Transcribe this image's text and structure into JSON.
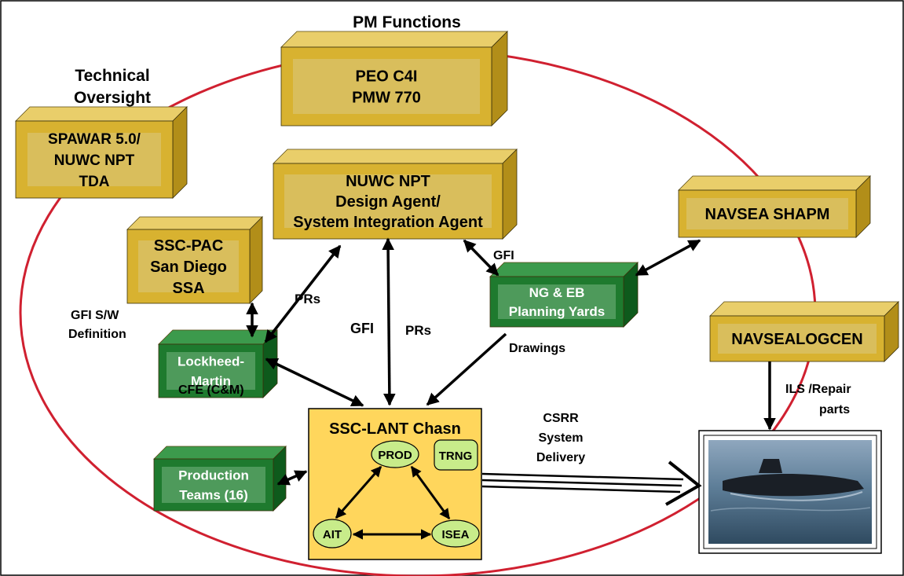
{
  "headings": {
    "pm_functions": "PM Functions",
    "technical_oversight": [
      "Technical",
      "Oversight"
    ]
  },
  "nodes": {
    "peo": [
      "PEO C4I",
      "PMW 770"
    ],
    "spawar": [
      "SPAWAR 5.0/",
      "NUWC NPT",
      "TDA"
    ],
    "nuwc": [
      "NUWC NPT",
      "Design Agent/",
      "System Integration Agent"
    ],
    "navsea_shapm": [
      "NAVSEA SHAPM"
    ],
    "ssc_pac": [
      "SSC-PAC",
      "San Diego",
      "SSA"
    ],
    "ng_eb": [
      "NG & EB",
      "Planning  Yards"
    ],
    "navsealogcen": [
      "NAVSEALOGCEN"
    ],
    "lockheed": [
      "Lockheed-",
      "Martin"
    ],
    "production": [
      "Production",
      "Teams  (16)"
    ],
    "ssc_lant": {
      "title": "SSC-LANT Chasn",
      "prod": "PROD",
      "trng": "TRNG",
      "ait": "AIT",
      "isea": "ISEA"
    }
  },
  "labels": {
    "gfi_sw": [
      "GFI  S/W",
      "Definition"
    ],
    "prs_left": "PRs",
    "gfi_center": "GFI",
    "prs_center": "PRs",
    "gfi_right": "GFI",
    "drawings": "Drawings",
    "cfe": "CFE  (C&M)",
    "csrr": [
      "CSRR",
      "System",
      "Delivery"
    ],
    "ils": [
      "ILS /Repair",
      "parts"
    ]
  },
  "colors": {
    "gold_face": "#D8B230",
    "gold_panel": "#D9BE5C",
    "gold_top": "#E9CE6A",
    "gold_side": "#B28E19",
    "green_face": "#1E7A2E",
    "green_panel": "#4E9A5B",
    "green_top": "#3C9A4C",
    "green_side": "#0E5A1C",
    "ellipse": "#D02030",
    "ssc_lant_fill": "#FFD65C",
    "oval_fill": "#C8EC8A"
  },
  "image_description": "submarine-photo"
}
